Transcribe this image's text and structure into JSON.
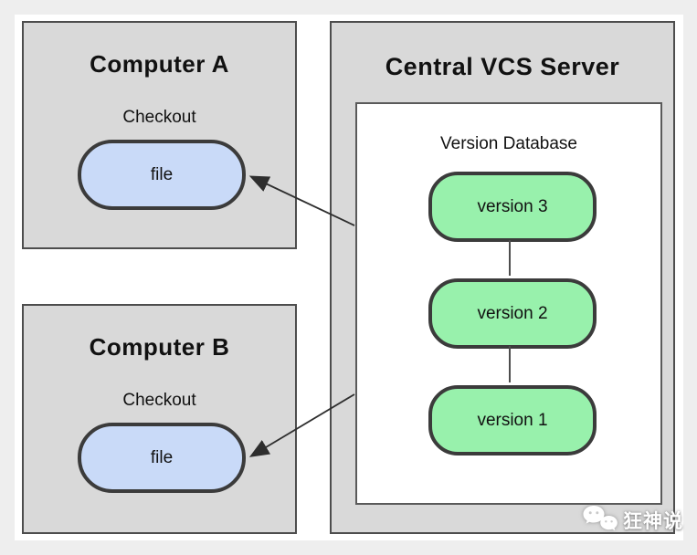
{
  "page": {
    "background": "#eeeeee",
    "canvas_background": "#ffffff"
  },
  "colors": {
    "box_fill": "#d9d9d9",
    "box_border": "#4d4d4d",
    "file_pill_fill": "#c9daf8",
    "version_pill_fill": "#98f1ac",
    "pill_border": "#3b3b3b",
    "arrow": "#2e2e2e",
    "text": "#111111",
    "watermark_text": "#ffffff"
  },
  "computer_a": {
    "title": "Computer A",
    "checkout_label": "Checkout",
    "file_label": "file"
  },
  "computer_b": {
    "title": "Computer B",
    "checkout_label": "Checkout",
    "file_label": "file"
  },
  "server": {
    "title": "Central VCS Server",
    "database": {
      "title": "Version Database",
      "versions": [
        "version 3",
        "version 2",
        "version 1"
      ]
    }
  },
  "watermark": {
    "text": "狂神说",
    "icon": "wechat-icon"
  }
}
